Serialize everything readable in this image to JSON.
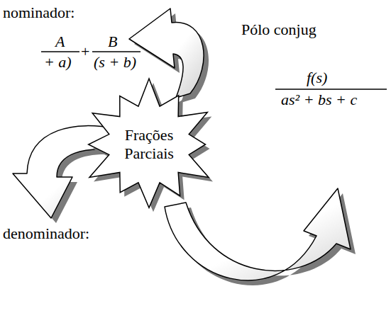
{
  "diagram": {
    "nodes": [
      {
        "text": [
          "Frações Parciais"
        ]
      }
    ],
    "labels": [
      "nominador:",
      "A",
      "+ a)",
      "+",
      "B",
      "(s + b)",
      "Pólo conjug",
      "f(s)",
      "as² + bs + c",
      "denominador:"
    ]
  }
}
